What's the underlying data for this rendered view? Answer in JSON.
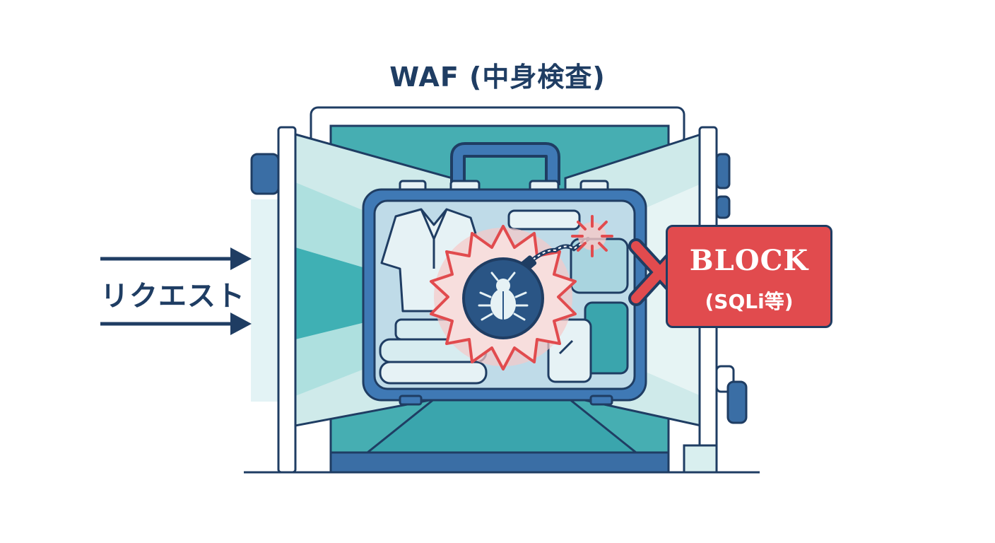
{
  "diagram": {
    "title": "WAF (中身検査)",
    "request_label": "リクエスト",
    "block_title": "BLOCK",
    "block_subtitle": "(SQLi等)"
  },
  "colors": {
    "navy": "#1f3d63",
    "frame_blue": "#3a6ea5",
    "teal": "#3aa5ad",
    "light_teal": "#d9efef",
    "red": "#e14b4e",
    "suitcase": "#3f79b5",
    "clothes": "#e6f2f5"
  },
  "icons": [
    "arrow-right-icon",
    "suitcase-icon",
    "shirt-icon",
    "bomb-icon",
    "bug-icon",
    "spark-icon",
    "x-mark-icon"
  ]
}
